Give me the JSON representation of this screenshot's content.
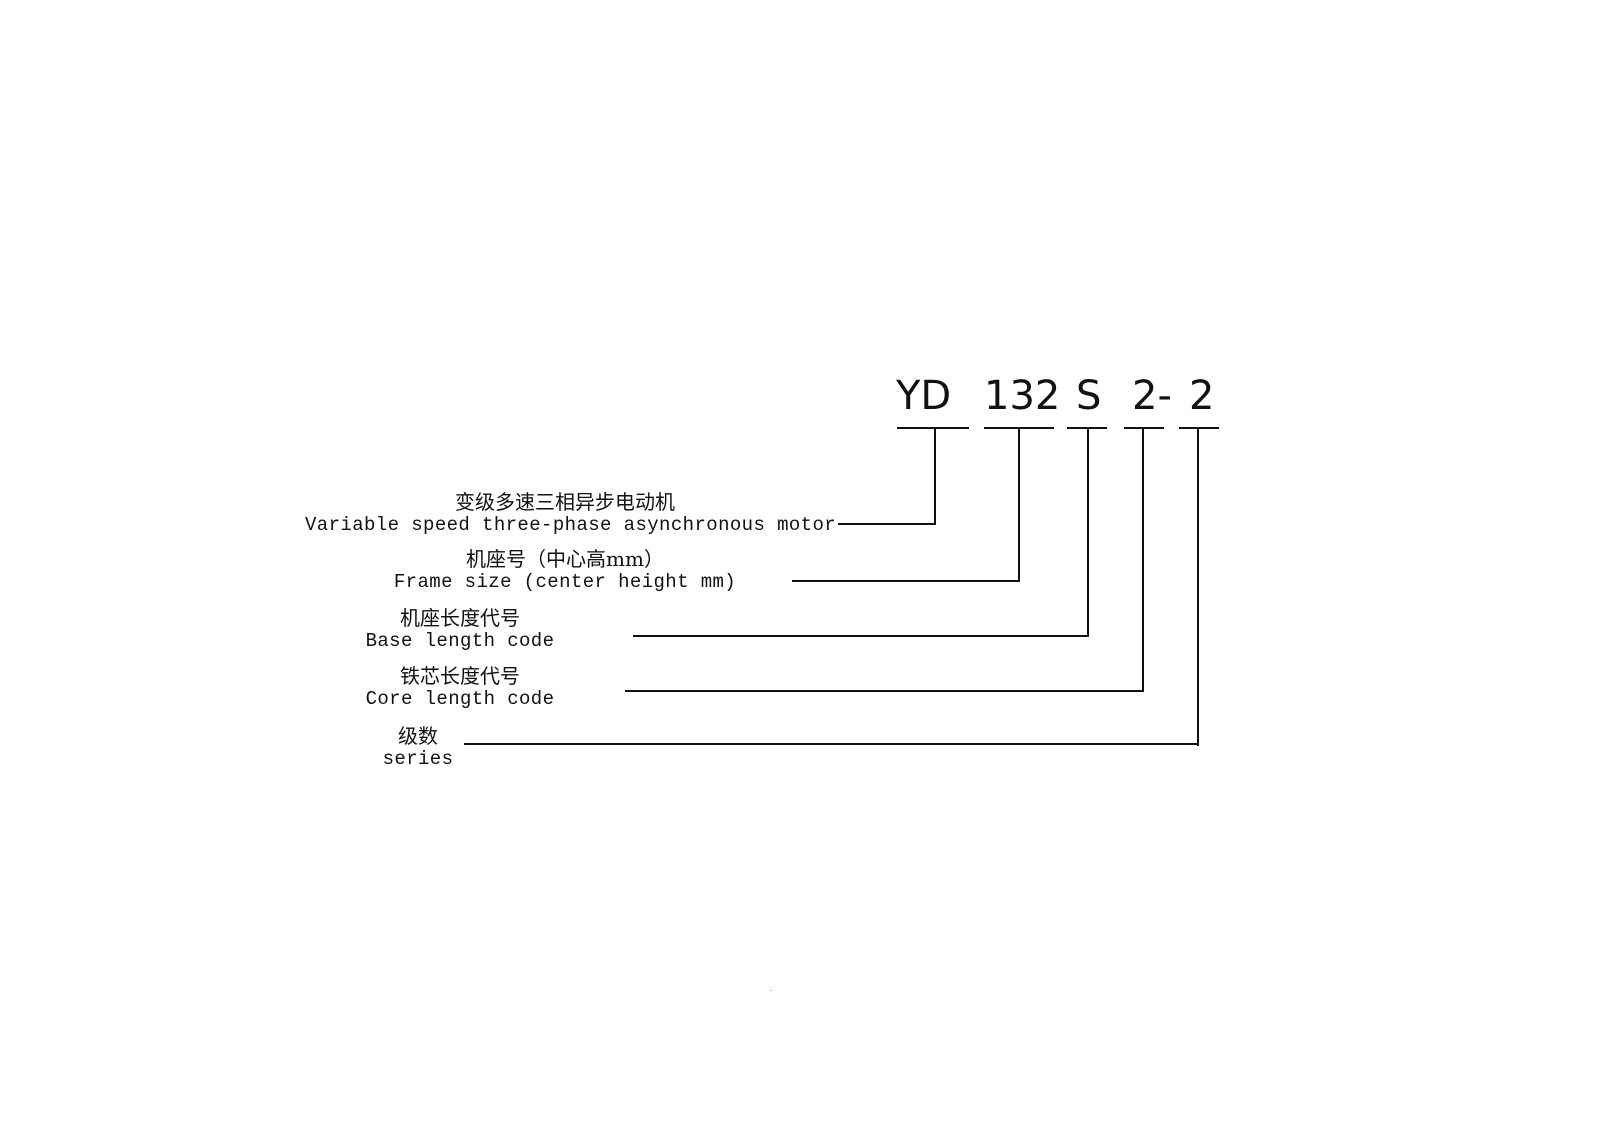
{
  "diagram": {
    "type": "model-designation-breakdown",
    "model_code": {
      "parts": [
        {
          "id": "series",
          "text": "YD"
        },
        {
          "id": "frame",
          "text": "132"
        },
        {
          "id": "base_length",
          "text": "S"
        },
        {
          "id": "core_length",
          "text": "2-"
        },
        {
          "id": "poles",
          "text": "2"
        }
      ]
    },
    "labels": [
      {
        "zh": "变级多速三相异步电动机",
        "en": "Variable speed three-phase asynchronous motor",
        "points_to": "YD"
      },
      {
        "zh": "机座号（中心高mm）",
        "en": "Frame size (center height mm)",
        "points_to": "132"
      },
      {
        "zh": "机座长度代号",
        "en": "Base length code",
        "points_to": "S"
      },
      {
        "zh": "铁芯长度代号",
        "en": "Core length code",
        "points_to": "2"
      },
      {
        "zh": "级数",
        "en": "series",
        "points_to": "2"
      }
    ]
  }
}
